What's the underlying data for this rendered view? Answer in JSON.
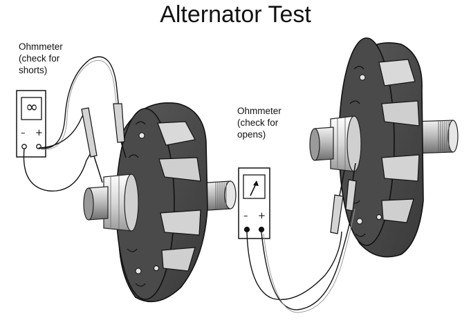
{
  "title": "Alternator Test",
  "meter_left": {
    "label_lines": [
      "Ohmmeter",
      "(check for",
      "shorts)"
    ],
    "reading": "∞",
    "minus": "–",
    "plus": "+"
  },
  "meter_right": {
    "label_lines": [
      "Ohmmeter",
      "(check for",
      "opens)"
    ],
    "minus": "–",
    "plus": "+"
  }
}
